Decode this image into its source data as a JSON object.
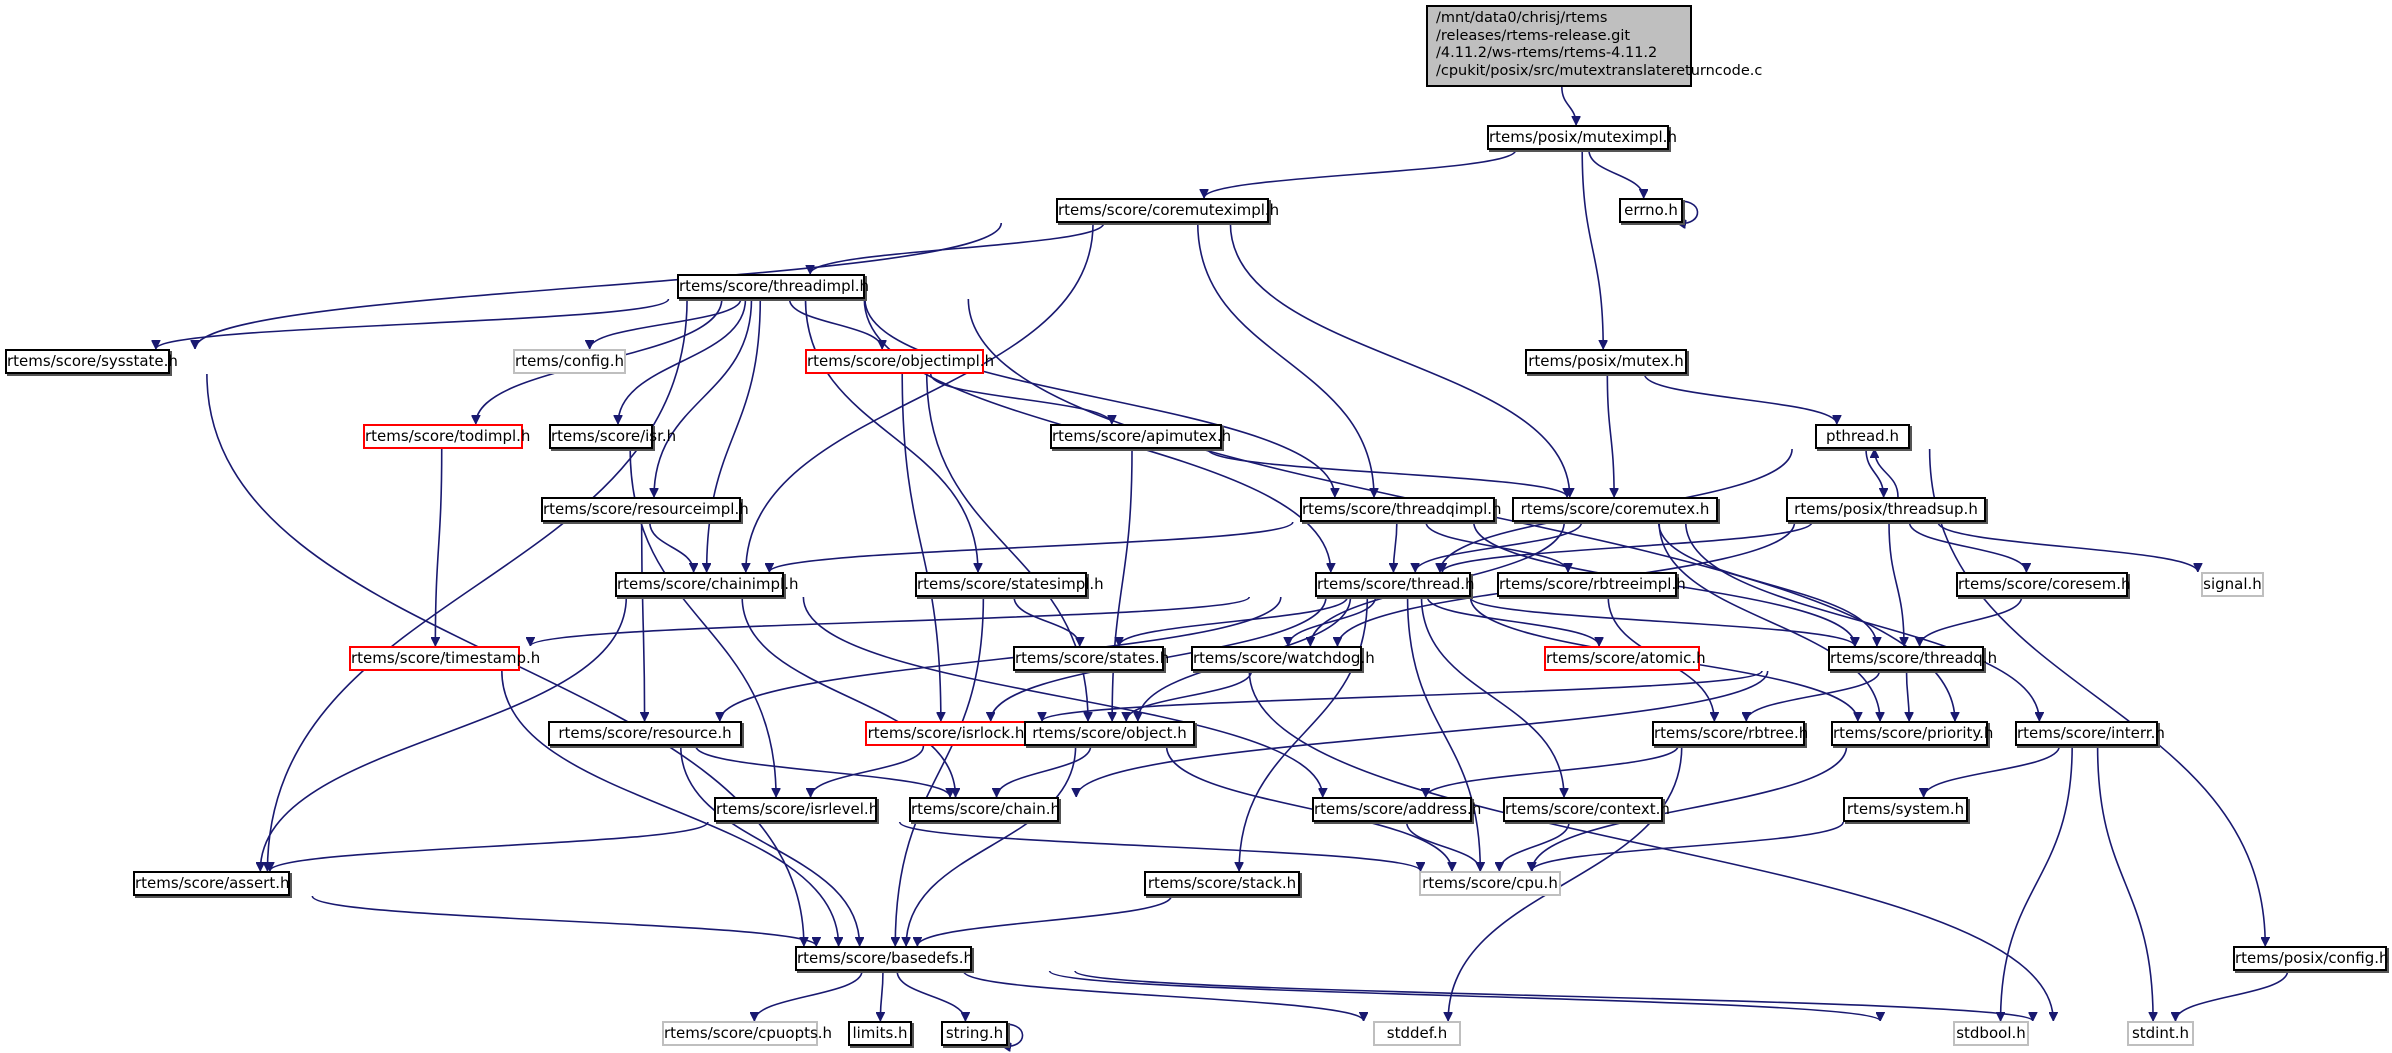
{
  "title": "Include dependency graph for mutextranslatereturncode.c",
  "colors": {
    "edge": "#191970",
    "root_fill": "#bfbfbf",
    "missing_border": "#ff0000",
    "external_border": "#bfbfbf"
  },
  "root": {
    "id": "root",
    "lines": [
      "/mnt/data0/chrisj/rtems",
      "/releases/rtems-release.git",
      "/4.11.2/ws-rtems/rtems-4.11.2",
      "/cpukit/posix/src/mutextranslatereturncode.c"
    ]
  },
  "nodes": [
    {
      "id": "muteximpl",
      "label": "rtems/posix/muteximpl.h",
      "kind": "normal"
    },
    {
      "id": "coremuteximpl",
      "label": "rtems/score/coremuteximpl.h",
      "kind": "normal"
    },
    {
      "id": "errno",
      "label": "errno.h",
      "kind": "normal"
    },
    {
      "id": "threadimpl",
      "label": "rtems/score/threadimpl.h",
      "kind": "normal"
    },
    {
      "id": "sysstate",
      "label": "rtems/score/sysstate.h",
      "kind": "normal"
    },
    {
      "id": "config",
      "label": "rtems/config.h",
      "kind": "gray"
    },
    {
      "id": "objectimpl",
      "label": "rtems/score/objectimpl.h",
      "kind": "red"
    },
    {
      "id": "mutex",
      "label": "rtems/posix/mutex.h",
      "kind": "normal"
    },
    {
      "id": "todimpl",
      "label": "rtems/score/todimpl.h",
      "kind": "red"
    },
    {
      "id": "isr",
      "label": "rtems/score/isr.h",
      "kind": "normal"
    },
    {
      "id": "apimutex",
      "label": "rtems/score/apimutex.h",
      "kind": "normal"
    },
    {
      "id": "pthread",
      "label": "pthread.h",
      "kind": "normal"
    },
    {
      "id": "resourceimpl",
      "label": "rtems/score/resourceimpl.h",
      "kind": "normal"
    },
    {
      "id": "threadqimpl",
      "label": "rtems/score/threadqimpl.h",
      "kind": "normal"
    },
    {
      "id": "coremutex",
      "label": "rtems/score/coremutex.h",
      "kind": "normal"
    },
    {
      "id": "threadsup",
      "label": "rtems/posix/threadsup.h",
      "kind": "normal"
    },
    {
      "id": "chainimpl",
      "label": "rtems/score/chainimpl.h",
      "kind": "normal"
    },
    {
      "id": "statesimpl",
      "label": "rtems/score/statesimpl.h",
      "kind": "normal"
    },
    {
      "id": "thread",
      "label": "rtems/score/thread.h",
      "kind": "normal"
    },
    {
      "id": "rbtreeimpl",
      "label": "rtems/score/rbtreeimpl.h",
      "kind": "normal"
    },
    {
      "id": "coresem",
      "label": "rtems/score/coresem.h",
      "kind": "normal"
    },
    {
      "id": "signal",
      "label": "signal.h",
      "kind": "gray"
    },
    {
      "id": "timestamp",
      "label": "rtems/score/timestamp.h",
      "kind": "red"
    },
    {
      "id": "states",
      "label": "rtems/score/states.h",
      "kind": "normal"
    },
    {
      "id": "watchdog",
      "label": "rtems/score/watchdog.h",
      "kind": "normal"
    },
    {
      "id": "atomic",
      "label": "rtems/score/atomic.h",
      "kind": "red"
    },
    {
      "id": "threadq",
      "label": "rtems/score/threadq.h",
      "kind": "normal"
    },
    {
      "id": "resource",
      "label": "rtems/score/resource.h",
      "kind": "normal"
    },
    {
      "id": "isrlock",
      "label": "rtems/score/isrlock.h",
      "kind": "red"
    },
    {
      "id": "object",
      "label": "rtems/score/object.h",
      "kind": "normal"
    },
    {
      "id": "rbtree",
      "label": "rtems/score/rbtree.h",
      "kind": "normal"
    },
    {
      "id": "priority",
      "label": "rtems/score/priority.h",
      "kind": "normal"
    },
    {
      "id": "interr",
      "label": "rtems/score/interr.h",
      "kind": "normal"
    },
    {
      "id": "isrlevel",
      "label": "rtems/score/isrlevel.h",
      "kind": "normal"
    },
    {
      "id": "chain",
      "label": "rtems/score/chain.h",
      "kind": "normal"
    },
    {
      "id": "address",
      "label": "rtems/score/address.h",
      "kind": "normal"
    },
    {
      "id": "context",
      "label": "rtems/score/context.h",
      "kind": "normal"
    },
    {
      "id": "system",
      "label": "rtems/system.h",
      "kind": "normal"
    },
    {
      "id": "assert",
      "label": "rtems/score/assert.h",
      "kind": "normal"
    },
    {
      "id": "stack",
      "label": "rtems/score/stack.h",
      "kind": "normal"
    },
    {
      "id": "cpu",
      "label": "rtems/score/cpu.h",
      "kind": "gray"
    },
    {
      "id": "basedefs",
      "label": "rtems/score/basedefs.h",
      "kind": "normal"
    },
    {
      "id": "posixconfig",
      "label": "rtems/posix/config.h",
      "kind": "normal"
    },
    {
      "id": "cpuopts",
      "label": "rtems/score/cpuopts.h",
      "kind": "gray"
    },
    {
      "id": "limits",
      "label": "limits.h",
      "kind": "normal"
    },
    {
      "id": "string",
      "label": "string.h",
      "kind": "normal"
    },
    {
      "id": "stddef",
      "label": "stddef.h",
      "kind": "gray"
    },
    {
      "id": "stdbool",
      "label": "stdbool.h",
      "kind": "gray"
    },
    {
      "id": "stdint",
      "label": "stdint.h",
      "kind": "gray"
    }
  ],
  "edges": [
    [
      "root",
      "muteximpl"
    ],
    [
      "muteximpl",
      "coremuteximpl"
    ],
    [
      "muteximpl",
      "errno"
    ],
    [
      "muteximpl",
      "mutex"
    ],
    [
      "errno",
      "errno"
    ],
    [
      "coremuteximpl",
      "threadimpl"
    ],
    [
      "coremuteximpl",
      "sysstate"
    ],
    [
      "coremuteximpl",
      "chainimpl"
    ],
    [
      "coremuteximpl",
      "threadqimpl"
    ],
    [
      "coremuteximpl",
      "coremutex"
    ],
    [
      "threadimpl",
      "sysstate"
    ],
    [
      "threadimpl",
      "config"
    ],
    [
      "threadimpl",
      "objectimpl"
    ],
    [
      "threadimpl",
      "todimpl"
    ],
    [
      "threadimpl",
      "isr"
    ],
    [
      "threadimpl",
      "resourceimpl"
    ],
    [
      "threadimpl",
      "chainimpl"
    ],
    [
      "threadimpl",
      "statesimpl"
    ],
    [
      "threadimpl",
      "threadqimpl"
    ],
    [
      "threadimpl",
      "thread"
    ],
    [
      "threadimpl",
      "assert"
    ],
    [
      "threadimpl",
      "interr"
    ],
    [
      "sysstate",
      "basedefs"
    ],
    [
      "objectimpl",
      "apimutex"
    ],
    [
      "objectimpl",
      "isrlock"
    ],
    [
      "objectimpl",
      "object"
    ],
    [
      "mutex",
      "coremutex"
    ],
    [
      "mutex",
      "pthread"
    ],
    [
      "todimpl",
      "timestamp"
    ],
    [
      "isr",
      "isrlevel"
    ],
    [
      "apimutex",
      "coremutex"
    ],
    [
      "apimutex",
      "object"
    ],
    [
      "pthread",
      "threadsup"
    ],
    [
      "pthread",
      "thread"
    ],
    [
      "pthread",
      "posixconfig"
    ],
    [
      "threadsup",
      "pthread"
    ],
    [
      "threadsup",
      "thread"
    ],
    [
      "threadsup",
      "coresem"
    ],
    [
      "threadsup",
      "threadq"
    ],
    [
      "threadsup",
      "watchdog"
    ],
    [
      "threadsup",
      "signal"
    ],
    [
      "resourceimpl",
      "chainimpl"
    ],
    [
      "resourceimpl",
      "resource"
    ],
    [
      "threadqimpl",
      "chainimpl"
    ],
    [
      "threadqimpl",
      "thread"
    ],
    [
      "threadqimpl",
      "rbtreeimpl"
    ],
    [
      "threadqimpl",
      "threadq"
    ],
    [
      "coremutex",
      "thread"
    ],
    [
      "coremutex",
      "threadq"
    ],
    [
      "coremutex",
      "priority"
    ],
    [
      "coremutex",
      "watchdog"
    ],
    [
      "coremutex",
      "interr"
    ],
    [
      "chainimpl",
      "chain"
    ],
    [
      "chainimpl",
      "assert"
    ],
    [
      "chainimpl",
      "address"
    ],
    [
      "statesimpl",
      "states"
    ],
    [
      "statesimpl",
      "basedefs"
    ],
    [
      "thread",
      "timestamp"
    ],
    [
      "thread",
      "states"
    ],
    [
      "thread",
      "watchdog"
    ],
    [
      "thread",
      "atomic"
    ],
    [
      "thread",
      "threadq"
    ],
    [
      "thread",
      "resource"
    ],
    [
      "thread",
      "isrlock"
    ],
    [
      "thread",
      "object"
    ],
    [
      "thread",
      "priority"
    ],
    [
      "thread",
      "context"
    ],
    [
      "thread",
      "stack"
    ],
    [
      "thread",
      "cpu"
    ],
    [
      "rbtreeimpl",
      "rbtree"
    ],
    [
      "coresem",
      "threadq"
    ],
    [
      "timestamp",
      "basedefs"
    ],
    [
      "states",
      "stdint"
    ],
    [
      "watchdog",
      "object"
    ],
    [
      "threadq",
      "priority"
    ],
    [
      "threadq",
      "rbtree"
    ],
    [
      "threadq",
      "chain"
    ],
    [
      "threadq",
      "isrlock"
    ],
    [
      "resource",
      "chain"
    ],
    [
      "resource",
      "basedefs"
    ],
    [
      "isrlock",
      "isrlevel"
    ],
    [
      "object",
      "chain"
    ],
    [
      "object",
      "cpu"
    ],
    [
      "object",
      "basedefs"
    ],
    [
      "rbtree",
      "address"
    ],
    [
      "rbtree",
      "stddef"
    ],
    [
      "priority",
      "cpu"
    ],
    [
      "interr",
      "system"
    ],
    [
      "interr",
      "stdbool"
    ],
    [
      "interr",
      "stdint"
    ],
    [
      "isrlevel",
      "assert"
    ],
    [
      "isrlevel",
      "cpu"
    ],
    [
      "address",
      "cpu"
    ],
    [
      "context",
      "cpu"
    ],
    [
      "system",
      "cpu"
    ],
    [
      "assert",
      "basedefs"
    ],
    [
      "stack",
      "basedefs"
    ],
    [
      "basedefs",
      "cpuopts"
    ],
    [
      "basedefs",
      "limits"
    ],
    [
      "basedefs",
      "string"
    ],
    [
      "basedefs",
      "stddef"
    ],
    [
      "basedefs",
      "stdbool"
    ],
    [
      "basedefs",
      "stdint"
    ],
    [
      "string",
      "string"
    ],
    [
      "posixconfig",
      "stdint"
    ]
  ]
}
